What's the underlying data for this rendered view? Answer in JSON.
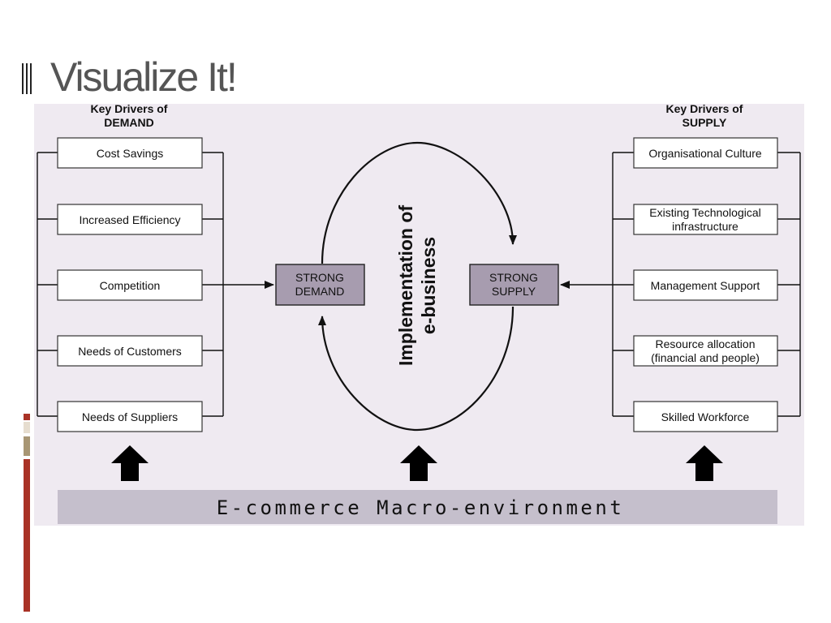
{
  "title": "Visualize It!",
  "demand": {
    "heading": [
      "Key Drivers of",
      "DEMAND"
    ],
    "items": [
      "Cost Savings",
      "Increased Efficiency",
      "Competition",
      "Needs of Customers",
      "Needs of Suppliers"
    ]
  },
  "supply": {
    "heading": [
      "Key Drivers of",
      "SUPPLY"
    ],
    "items": [
      [
        "Organisational Culture"
      ],
      [
        "Existing Technological",
        "infrastructure"
      ],
      [
        "Management Support"
      ],
      [
        "Resource allocation",
        "(financial and people)"
      ],
      [
        "Skilled Workforce"
      ]
    ]
  },
  "center": {
    "demand_box": [
      "STRONG",
      "DEMAND"
    ],
    "supply_box": [
      "STRONG",
      "SUPPLY"
    ],
    "cycle_label": [
      "Implementation of",
      "e-business"
    ]
  },
  "footer": "E-commerce Macro-environment",
  "colors": {
    "diagram_bg": "#efeaf1",
    "box_fill": "#a79caf",
    "footer_fill": "#c5bfcc",
    "accent_red": "#a93226",
    "accent_tan": "#a89674"
  }
}
